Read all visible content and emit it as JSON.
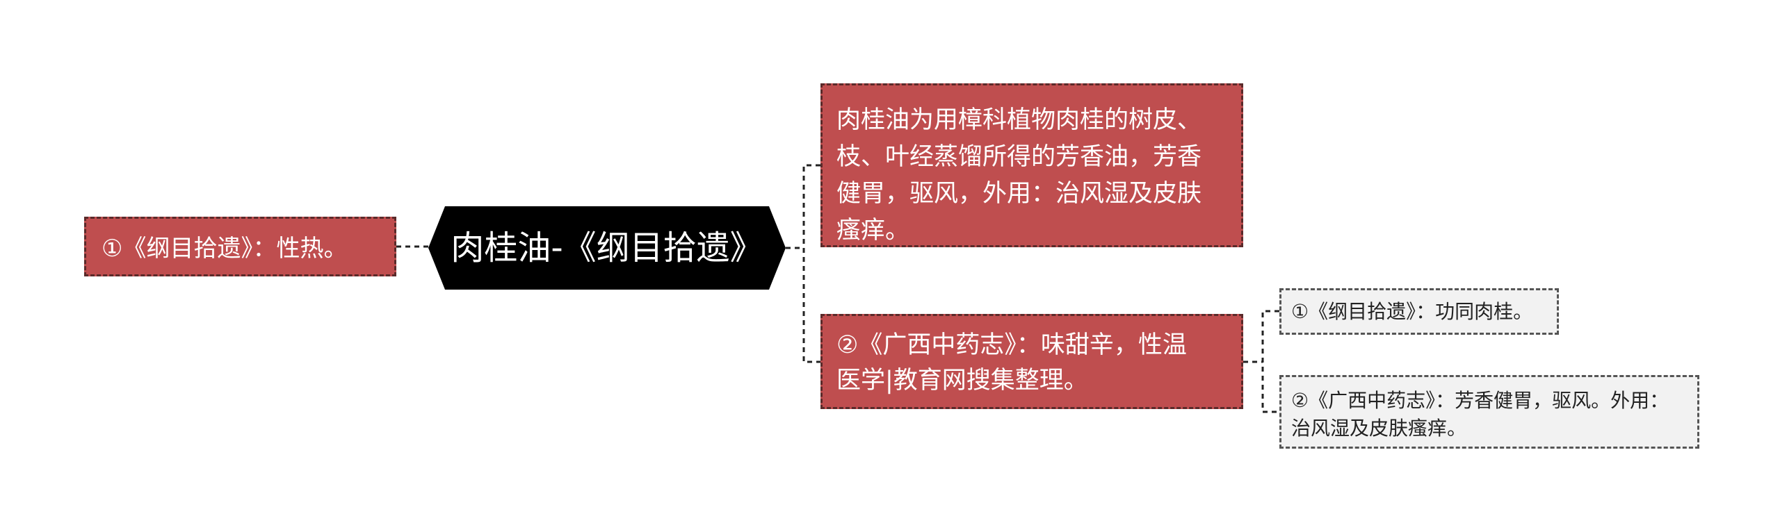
{
  "central_topic": "肉桂油-《纲目拾遗》",
  "left_branch": {
    "text": "①《纲目拾遗》：性热。"
  },
  "right_branches": [
    {
      "text": "肉桂油为用樟科植物肉桂的树皮、枝、叶经蒸馏所得的芳香油，芳香健胃，驱风，外用：治风湿及皮肤瘙痒。",
      "lines": [
        "肉桂油为用樟科植物肉桂的树皮、",
        "枝、叶经蒸馏所得的芳香油，芳香",
        "健胃，驱风，外用：治风湿及皮肤",
        "瘙痒。"
      ]
    },
    {
      "text": "②《广西中药志》：味甜辛，性温医学|教育网搜集整理。",
      "lines": [
        "②《广西中药志》：味甜辛，性温",
        "医学|教育网搜集整理。"
      ],
      "children": [
        {
          "text": "①《纲目拾遗》：功同肉桂。"
        },
        {
          "text": "②《广西中药志》：芳香健胃，驱风。外用：治风湿及皮肤瘙痒。",
          "lines": [
            "②《广西中药志》：芳香健胃，驱风。外用：",
            "治风湿及皮肤瘙痒。"
          ]
        }
      ]
    }
  ],
  "colors": {
    "central_fill": "#000000",
    "branch_fill": "#bf4e4f",
    "leaf_fill": "#f2f2f2",
    "connector": "#222222"
  }
}
